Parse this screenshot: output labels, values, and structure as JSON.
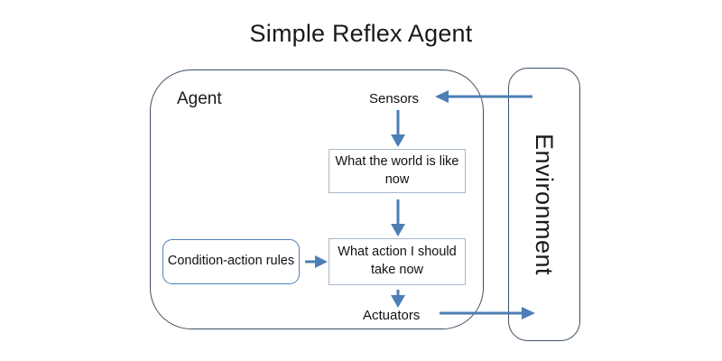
{
  "title": "Simple Reflex Agent",
  "agent": {
    "label": "Agent",
    "boxes": [
      {
        "id": "world",
        "text": "What the world is like now"
      },
      {
        "id": "action",
        "text": "What action I should take now"
      },
      {
        "id": "rules",
        "text": "Condition-action rules"
      }
    ],
    "endpoints": {
      "sensors": "Sensors",
      "actuators": "Actuators"
    }
  },
  "environment": {
    "label": "Environment"
  },
  "colors": {
    "arrow": "#4d7eb5",
    "container_border": "#3d4f63",
    "box_border": "#a8b8cc",
    "rounded_box_border": "#4d7eb5",
    "text": "#111111",
    "background": "#ffffff"
  },
  "flows": [
    {
      "name": "environment-to-sensors",
      "from": "Environment",
      "to": "Sensors",
      "direction": "left"
    },
    {
      "name": "sensors-to-world",
      "from": "Sensors",
      "to": "What the world is like now",
      "direction": "down"
    },
    {
      "name": "world-to-action",
      "from": "What the world is like now",
      "to": "What action I should take now",
      "direction": "down"
    },
    {
      "name": "rules-to-action",
      "from": "Condition-action rules",
      "to": "What action I should take now",
      "direction": "right"
    },
    {
      "name": "action-to-actuators",
      "from": "What action I should take now",
      "to": "Actuators",
      "direction": "down"
    },
    {
      "name": "actuators-to-environment",
      "from": "Actuators",
      "to": "Environment",
      "direction": "right"
    }
  ]
}
